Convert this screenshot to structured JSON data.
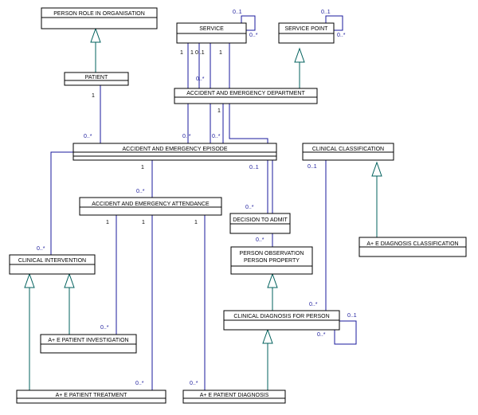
{
  "colors": {
    "association": "#1a1a9c",
    "generalization": "#00605c",
    "multiplicity_blue": "#1a1a9c",
    "multiplicity_black": "#000000",
    "class_border": "#000000",
    "background": "#ffffff"
  },
  "classes": {
    "person_role": "PERSON ROLE IN ORGANISATION",
    "patient": "PATIENT",
    "service": "SERVICE",
    "service_point": "SERVICE POINT",
    "aed": "ACCIDENT AND EMERGENCY DEPARTMENT",
    "aee": "ACCIDENT AND EMERGENCY EPISODE",
    "clinical_classification": "CLINICAL CLASSIFICATION",
    "aea": "ACCIDENT AND EMERGENCY ATTENDANCE",
    "decision_to_admit": "DECISION TO ADMIT",
    "clinical_intervention": "CLINICAL INTERVENTION",
    "person_observation_1": "PERSON OBSERVATION",
    "person_observation_2": "PERSON PROPERTY",
    "ae_diag_classification": "A+ E DIAGNOSIS CLASSIFICATION",
    "clinical_diagnosis": "CLINICAL DIAGNOSIS FOR PERSON",
    "ae_patient_investigation": "A+ E PATIENT INVESTIGATION",
    "ae_patient_treatment": "A+ E PATIENT TREATMENT",
    "ae_patient_diagnosis": "A+ E PATIENT DIAGNOSIS"
  },
  "multiplicities": {
    "service_self_top": "0..1",
    "service_self_side": "0..*",
    "sp_self_top": "0..1",
    "sp_self_side": "0..*",
    "service_1a": "1",
    "service_1b": "1",
    "service_01": "0..1",
    "service_1c": "1",
    "aed_many": "0..*",
    "aed_1": "1",
    "patient_1": "1",
    "aee_many_patient": "0..*",
    "aee_many_service_a": "0..*",
    "aee_many_aed": "0..*",
    "aee_1_aea": "1",
    "aee_01_dta": "0..1",
    "cc_01": "0..1",
    "aea_many": "0..*",
    "dta_many": "0..*",
    "aea_1a": "1",
    "aea_1b": "1",
    "aea_1c": "1",
    "po_many": "0..*",
    "ci_many": "0..*",
    "cd_many_cc": "0..*",
    "cd_self_top": "0..1",
    "cd_self_side": "0..*",
    "inv_many": "0..*",
    "treat_many": "0..*",
    "diag_many": "0..*"
  }
}
